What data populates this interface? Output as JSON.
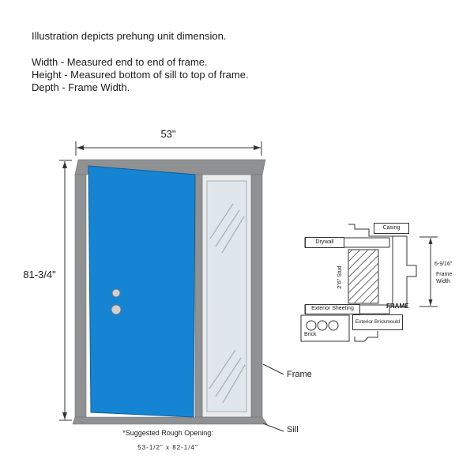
{
  "description": {
    "title": "Illustration depicts prehung unit dimension.",
    "width_note": "Width - Measured end to end of frame.",
    "height_note": "Height - Measured bottom of sill to top of frame.",
    "depth_note": "Depth - Frame Width."
  },
  "door_diagram": {
    "width_dimension": "53\"",
    "height_dimension": "81-3/4\"",
    "frame_label": "Frame",
    "sill_label": "Sill",
    "rough_opening_title": "*Suggested Rough Opening:",
    "rough_opening_value": "53-1/2\" x 82-1/4\""
  },
  "cross_section": {
    "casing_label": "Casing",
    "drywall_label": "Drywall",
    "stud_label": "2\"6\" Stud",
    "exterior_sheeting_label": "Exterior Sheeting",
    "frame_label": "FRAME",
    "frame_width_value": "6-9/16\"",
    "frame_width_label": "Frame Width",
    "exterior_brickmould_label": "Exterior Brickmould",
    "brick_label": "Brick"
  },
  "colors": {
    "door_blue": "#1585d3",
    "frame_gray": "#8f9193",
    "glass": "#dfe6ec",
    "sidelite": "#e9ebec",
    "hardware": "#cfd1d3"
  }
}
